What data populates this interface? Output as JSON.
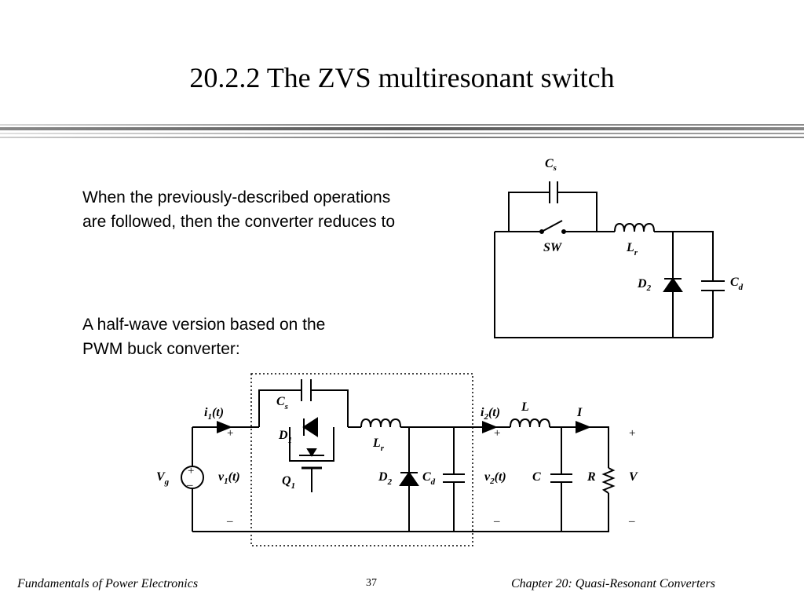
{
  "slide": {
    "title": "20.2.2  The ZVS multiresonant switch",
    "para1_line1": "When the previously-described operations",
    "para1_line2": "are followed, then the converter reduces to",
    "para2_line1": "A half-wave version based on the",
    "para2_line2": "PWM buck converter:",
    "footer_left": "Fundamentals of Power Electronics",
    "page_number": "37",
    "footer_right": "Chapter 20:  Quasi-Resonant Converters"
  },
  "diagram1": {
    "cs_main": "C",
    "cs_sub": "s",
    "sw": "SW",
    "lr_main": "L",
    "lr_sub": "r",
    "d2_main": "D",
    "d2_sub": "2",
    "cd_main": "C",
    "cd_sub": "d"
  },
  "diagram2": {
    "cs_main": "C",
    "cs_sub": "s",
    "d1_main": "D",
    "d1_sub": "1",
    "q1_main": "Q",
    "q1_sub": "1",
    "lr_main": "L",
    "lr_sub": "r",
    "d2_main": "D",
    "d2_sub": "2",
    "cd_main": "C",
    "cd_sub": "d",
    "i1_main": "i",
    "i1_sub": "1",
    "i1_arg": "(t)",
    "i2_main": "i",
    "i2_sub": "2",
    "i2_arg": "(t)",
    "v1_main": "v",
    "v1_sub": "1",
    "v1_arg": "(t)",
    "v2_main": "v",
    "v2_sub": "2",
    "v2_arg": "(t)",
    "vg_main": "V",
    "vg_sub": "g",
    "l": "L",
    "c": "C",
    "r": "R",
    "i": "I",
    "v": "V",
    "plus": "+",
    "minus": "–"
  }
}
